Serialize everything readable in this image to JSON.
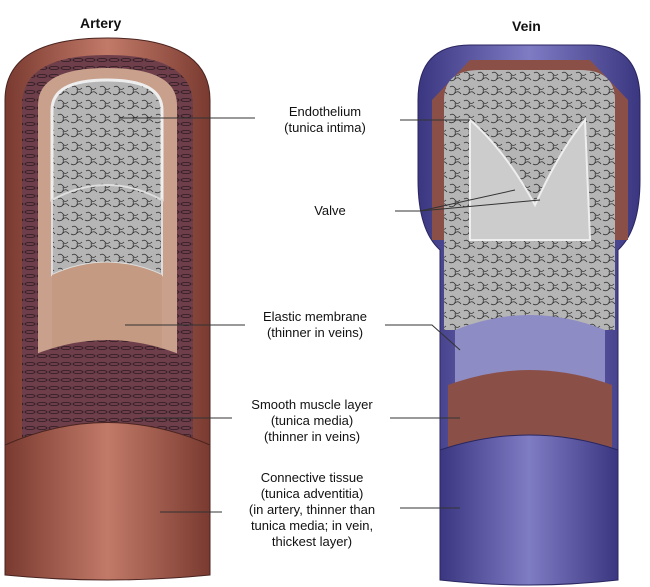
{
  "titles": {
    "artery": "Artery",
    "vein": "Vein"
  },
  "labels": {
    "endothelium": [
      "Endothelium",
      "(tunica intima)"
    ],
    "valve": [
      "Valve"
    ],
    "elastic": [
      "Elastic membrane",
      "(thinner in veins)"
    ],
    "muscle": [
      "Smooth muscle layer",
      "(tunica media)",
      "(thinner in veins)"
    ],
    "connective": [
      "Connective tissue",
      "(tunica adventitia)",
      "(in artery, thinner than",
      "tunica media; in vein,",
      "thickest layer)"
    ]
  },
  "colors": {
    "artery_outer": "#a65a4c",
    "artery_muscle": "#6e3f4a",
    "elastic": "#c49a82",
    "endothelium": "#b8b8b8",
    "vein_outer": "#5d58a8",
    "vein_elastic": "#8e8cc4",
    "vein_muscle": "#8a5048"
  }
}
